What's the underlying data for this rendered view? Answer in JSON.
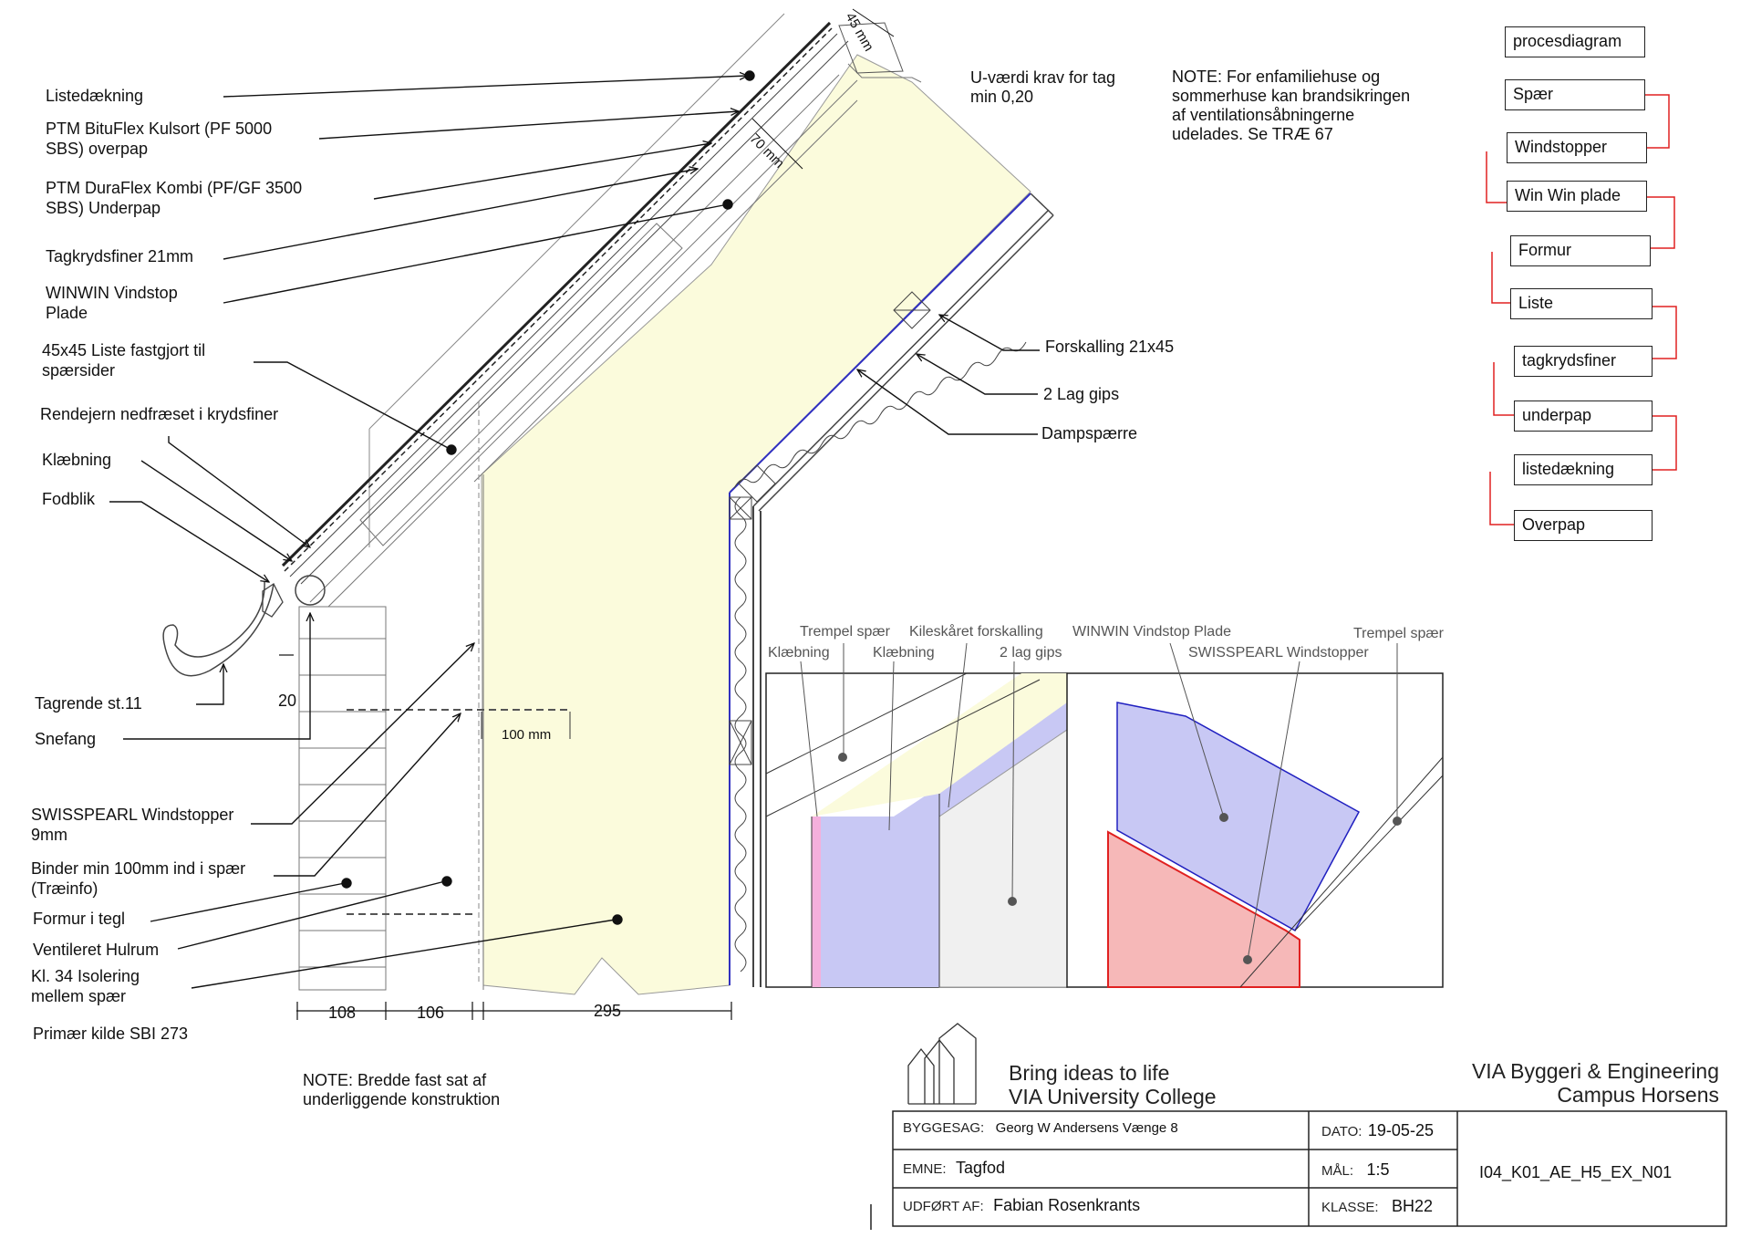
{
  "labels": {
    "listedaekning": "Listedækning",
    "bituflex": "PTM BituFlex Kulsort (PF 5000\nSBS) overpap",
    "duraflex": "PTM DuraFlex Kombi (PF/GF 3500\nSBS) Underpap",
    "tagkrydsfiner": "Tagkrydsfiner 21mm",
    "winwin": "WINWIN Vindstop\nPlade",
    "liste45": "45x45 Liste fastgjort til\nspærsider",
    "rendejern": "Rendejern nedfræset i krydsfiner",
    "klaebning": "Klæbning",
    "fodblik": "Fodblik",
    "tagrende": "Tagrende st.11",
    "snefang": "Snefang",
    "swisspearl": "SWISSPEARL Windstopper\n9mm",
    "binder": "Binder min 100mm ind i spær\n(Træinfo)",
    "formur": "Formur i tegl",
    "ventileret": "Ventileret Hulrum",
    "isolering": "Kl. 34 Isolering\nmellem spær",
    "kilde": "Primær kilde SBI 273",
    "forskalling": "Forskalling 21x45",
    "gips": "2 Lag gips",
    "dampspaerre": "Dampspærre"
  },
  "dimensions": {
    "d45": "45 mm",
    "d70": "70 mm",
    "d20": "20",
    "d100": "100 mm",
    "d108": "108",
    "d106": "106",
    "d295": "295"
  },
  "notes": {
    "uvaerdi": "U-værdi krav for tag\nmin 0,20",
    "enfamilie": "NOTE: For enfamiliehuse og\nsommerhuse kan brandsikringen\naf ventilationsåbningerne\nudelades. Se TRÆ 67",
    "bredde": "NOTE: Bredde fast sat af\nunderliggende konstruktion"
  },
  "detail_labels": {
    "trempel1": "Trempel spær",
    "klaebning1": "Klæbning",
    "klaebning2": "Klæbning",
    "kileskaaret": "Kileskåret forskalling",
    "gips2": "2 lag gips",
    "winwin_plade": "WINWIN Vindstop Plade",
    "swisspearl_ws": "SWISSPEARL Windstopper",
    "trempel2": "Trempel spær"
  },
  "process": {
    "title": "procesdiagram",
    "steps": [
      "Spær",
      "Windstopper",
      "Win Win plade",
      "Formur",
      "Liste",
      "tagkrydsfiner",
      "underpap",
      "listedækning",
      "Overpap"
    ],
    "connector_color": "#e02020"
  },
  "brand": {
    "tagline": "Bring ideas to life\nVIA University College",
    "campus": "VIA Byggeri & Engineering\nCampus Horsens"
  },
  "titleblock": {
    "byggesag_label": "BYGGESAG:",
    "byggesag": "Georg W Andersens Vænge 8",
    "emne_label": "EMNE:",
    "emne": "Tagfod",
    "udfoert_label": "UDFØRT AF:",
    "udfoert": "Fabian Rosenkrants",
    "dato_label": "DATO:",
    "dato": "19-05-25",
    "maal_label": "MÅL:",
    "maal": "1:5",
    "klasse_label": "KLASSE:",
    "klasse": "BH22",
    "tegningsnr": "I04_K01_AE_H5_EX_N01"
  },
  "colors": {
    "insulation": "#fbfbdc",
    "vapour": "#3030c0",
    "windstop_blue": "#c8c8f4",
    "windstop_red": "#f6b8b8",
    "pink": "#f4b0dc"
  }
}
